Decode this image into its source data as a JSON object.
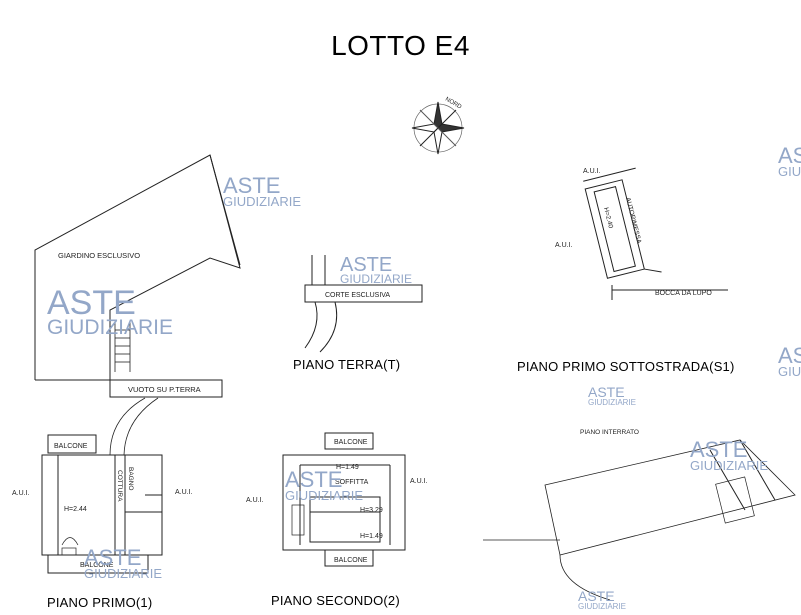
{
  "title": "LOTTO E4",
  "plans": {
    "terra": "PIANO TERRA(T)",
    "sottostrada": "PIANO PRIMO SOTTOSTRADA(S1)",
    "primo": "PIANO PRIMO(1)",
    "secondo": "PIANO SECONDO(2)"
  },
  "labels": {
    "nord": "NORD",
    "giardino": "GIARDINO ESCLUSIVO",
    "corte": "CORTE ESCLUSIVA",
    "vuoto": "VUOTO SU P.TERRA",
    "balcone": "BALCONE",
    "aui": "A.U.I.",
    "cottura": "COTTURA",
    "bagno": "BAGNO",
    "h244": "H=2.44",
    "h149": "H=1.49",
    "h329": "H=3.29",
    "soffitta": "SOFFITTA",
    "autorimessa": "AUTORIMESSA",
    "h240": "H=2.40",
    "bocca": "BOCCA DA LUPO",
    "interrato": "PIANO INTERRATO"
  },
  "watermark": {
    "aste": "ASTE",
    "giudiziarie": "GIUDIZIARIE"
  },
  "colors": {
    "line": "#222222",
    "watermark": "#93a7c8",
    "gavel": "#d9b58a"
  }
}
